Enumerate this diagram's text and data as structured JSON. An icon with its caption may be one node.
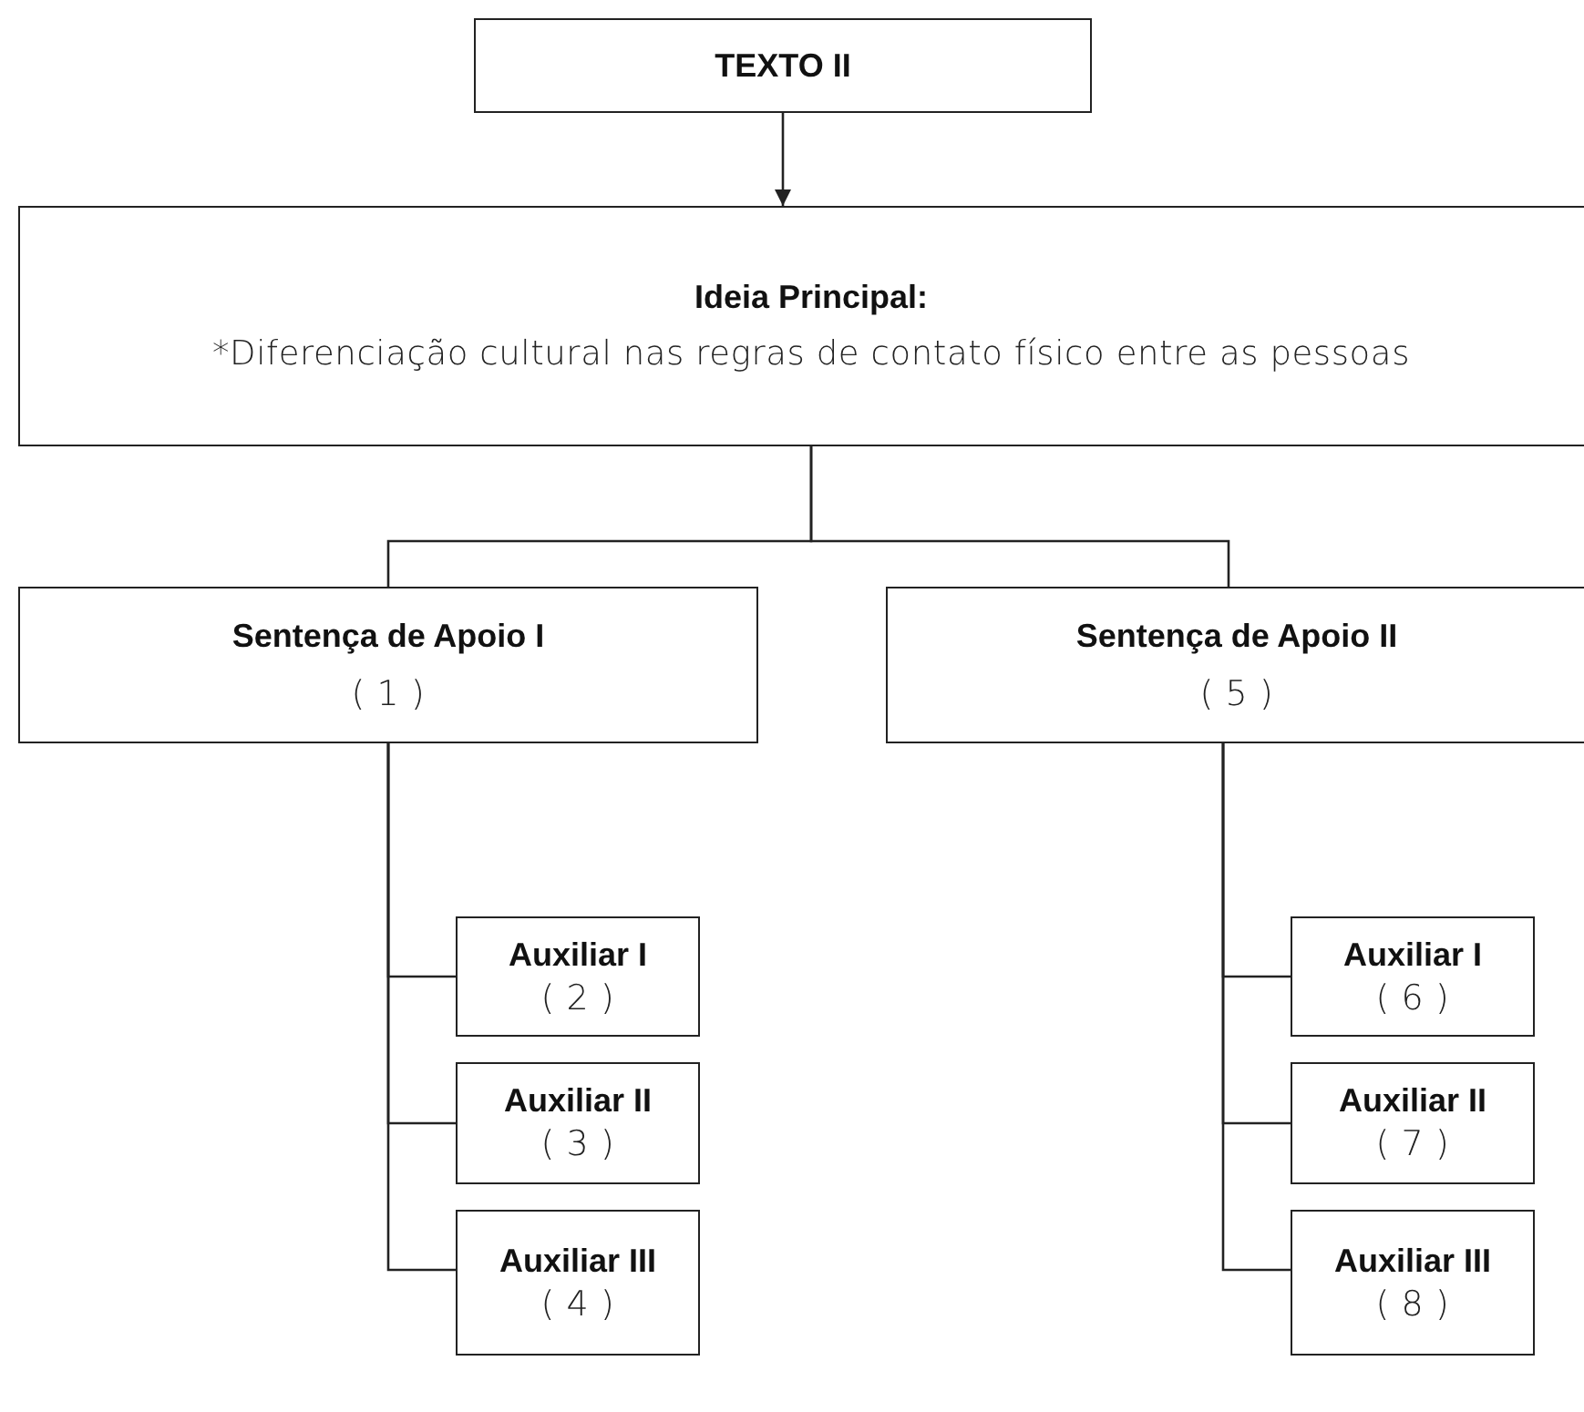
{
  "diagram": {
    "nodes": [
      {
        "text": [
          "TEXTO II"
        ]
      },
      {
        "text": [
          "Ideia Principal:",
          "*Diferenciação cultural nas regras de contato físico entre as pessoas"
        ]
      },
      {
        "text": [
          "Sentença de Apoio I",
          "( 1 )"
        ]
      },
      {
        "text": [
          "Sentença de Apoio II",
          "( 5 )"
        ]
      },
      {
        "text": [
          "Auxiliar I",
          "( 2 )"
        ]
      },
      {
        "text": [
          "Auxiliar II",
          "( 3 )"
        ]
      },
      {
        "text": [
          "Auxiliar III",
          "( 4 )"
        ]
      },
      {
        "text": [
          "Auxiliar I",
          "( 6 )"
        ]
      },
      {
        "text": [
          "Auxiliar II",
          "( 7 )"
        ]
      },
      {
        "text": [
          "Auxiliar III",
          "( 8 )"
        ]
      }
    ],
    "edges": [
      {
        "from": 0,
        "to": 1,
        "arrow": "to"
      },
      {
        "from": 1,
        "to": 2,
        "arrow": "none"
      },
      {
        "from": 1,
        "to": 3,
        "arrow": "none"
      },
      {
        "from": 2,
        "to": 4,
        "arrow": "none"
      },
      {
        "from": 2,
        "to": 5,
        "arrow": "none"
      },
      {
        "from": 2,
        "to": 6,
        "arrow": "none"
      },
      {
        "from": 3,
        "to": 7,
        "arrow": "none"
      },
      {
        "from": 3,
        "to": 8,
        "arrow": "none"
      },
      {
        "from": 3,
        "to": 9,
        "arrow": "none"
      }
    ]
  }
}
